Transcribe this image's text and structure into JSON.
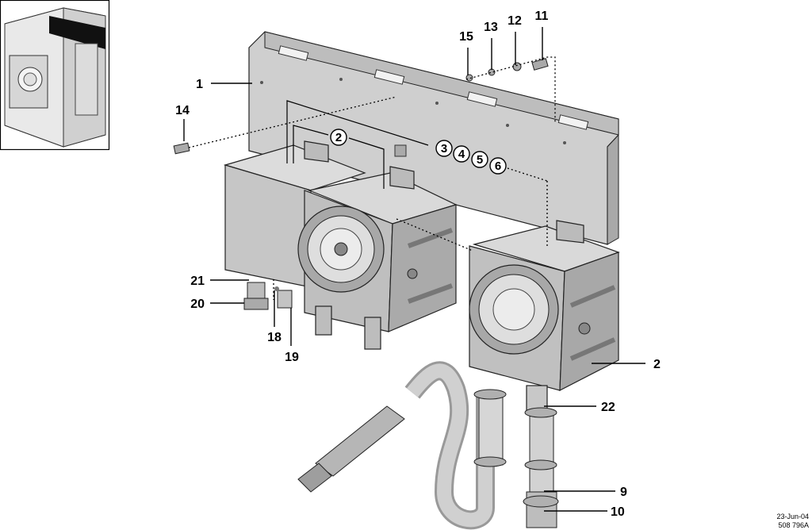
{
  "callouts": {
    "c1": "1",
    "c2a": "2",
    "c2b": "2",
    "c9": "9",
    "c10": "10",
    "c11": "11",
    "c12": "12",
    "c13": "13",
    "c14": "14",
    "c15": "15",
    "c18": "18",
    "c19": "19",
    "c20": "20",
    "c21": "21",
    "c22": "22",
    "circled": [
      "3",
      "4",
      "5",
      "6"
    ]
  },
  "stamp": {
    "date": "23-Jun-04",
    "doc_number": "508 796A"
  },
  "colors": {
    "panel": "#cfcfcf",
    "box": "#c4c4c4",
    "box_dark": "#9a9a9a",
    "hose": "#bdbdbd",
    "line": "#000000"
  }
}
